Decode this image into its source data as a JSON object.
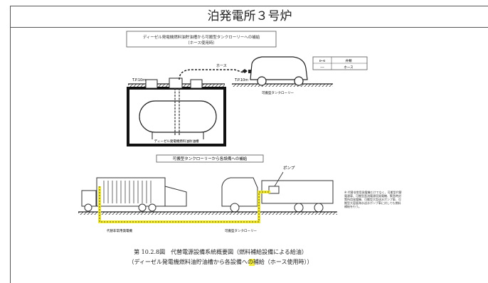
{
  "header": {
    "title": "泊発電所３号炉"
  },
  "diagram_top": {
    "title_line1": "ディーゼル発電機燃料油貯油槽から可搬型タンクローリーへの補給",
    "title_line2": "（ホース使用時）",
    "hose_label": "ホース",
    "tank_label": "ディーゼル発電機燃料油貯油槽",
    "lorry_label": "可搬型タンクローリー",
    "level_left": "T.P.10m",
    "level_right": "T.P.10m",
    "legend_rows": [
      {
        "symbol": "⊳⊲",
        "text": "弁類"
      },
      {
        "symbol": "---",
        "text": "ホース"
      }
    ]
  },
  "diagram_bottom": {
    "title": "可搬型タンクローリーから各設備への補給",
    "pump_label": "ポンプ",
    "generator_label": "代替非常用発電機",
    "lorry_label": "可搬型タンクローリー",
    "note": "※ 代替非常用発電機だけでなく、可搬型代替電源車、可搬型直流電源用発電機、緊急時対策所用発電機、可搬型大型送水ポンプ車、可搬型大容量海水送水ポンプ車に対しても燃料補給を行う。"
  },
  "caption": {
    "line1": "第 10.2.8図　代替電源設備系統概要図（燃料補給設備による給油）",
    "line2": "（ディーゼル発電機燃料油貯油槽から各設備への補給（ホース使用時））"
  }
}
